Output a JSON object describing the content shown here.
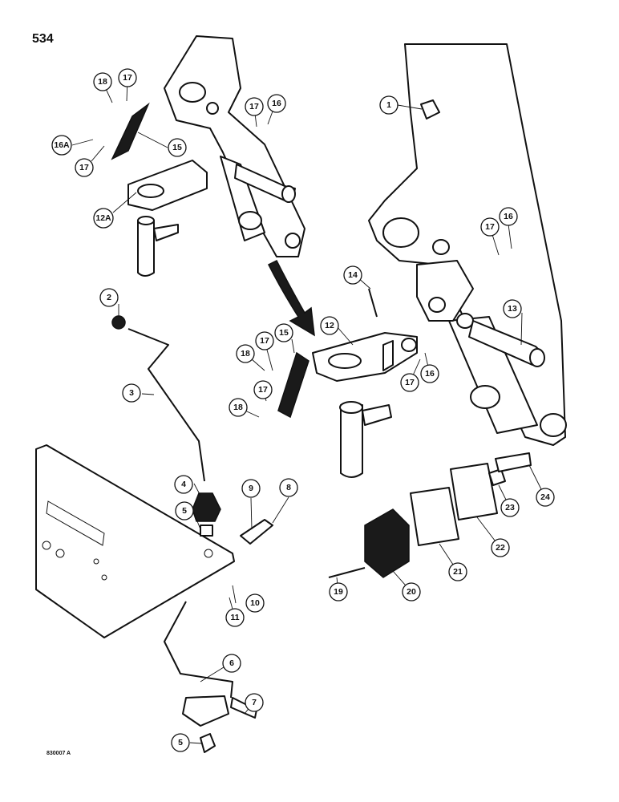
{
  "page": {
    "number": "534",
    "drawing_code": "830007 A"
  },
  "callouts": [
    {
      "label": "1"
    },
    {
      "label": "2"
    },
    {
      "label": "3"
    },
    {
      "label": "4"
    },
    {
      "label": "5"
    },
    {
      "label": "5"
    },
    {
      "label": "6"
    },
    {
      "label": "7"
    },
    {
      "label": "8"
    },
    {
      "label": "9"
    },
    {
      "label": "10"
    },
    {
      "label": "11"
    },
    {
      "label": "12"
    },
    {
      "label": "12A"
    },
    {
      "label": "13"
    },
    {
      "label": "14"
    },
    {
      "label": "15"
    },
    {
      "label": "15"
    },
    {
      "label": "16"
    },
    {
      "label": "16"
    },
    {
      "label": "16"
    },
    {
      "label": "16A"
    },
    {
      "label": "17"
    },
    {
      "label": "17"
    },
    {
      "label": "17"
    },
    {
      "label": "17"
    },
    {
      "label": "17"
    },
    {
      "label": "17"
    },
    {
      "label": "17"
    },
    {
      "label": "18"
    },
    {
      "label": "18"
    },
    {
      "label": "18"
    },
    {
      "label": "19"
    },
    {
      "label": "20"
    },
    {
      "label": "21"
    },
    {
      "label": "22"
    },
    {
      "label": "23"
    },
    {
      "label": "24"
    }
  ]
}
